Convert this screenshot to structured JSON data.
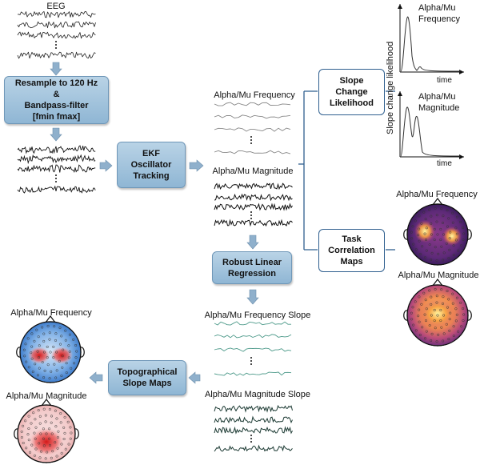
{
  "labels": {
    "eeg": "EEG",
    "freq_top": "Alpha/Mu Frequency",
    "mag_top": "Alpha/Mu Magnitude",
    "freq_slope": "Alpha/Mu Frequency Slope",
    "mag_slope": "Alpha/Mu Magnitude Slope",
    "topo_freq": "Alpha/Mu Frequency",
    "topo_mag": "Alpha/Mu Magnitude",
    "task_freq": "Alpha/Mu Frequency",
    "task_mag": "Alpha/Mu Magnitude",
    "plot1_line1": "Alpha/Mu",
    "plot1_line2": "Frequency",
    "plot2_line1": "Alpha/Mu",
    "plot2_line2": "Magnitude",
    "time1": "time",
    "time2": "time",
    "y_axis": "Slope change likelihood",
    "dots": "⋮"
  },
  "boxes": {
    "resample": [
      "Resample to 120 Hz",
      "&",
      "Bandpass-filter",
      "[fmin fmax]"
    ],
    "ekf": [
      "EKF",
      "Oscillator",
      "Tracking"
    ],
    "regression": [
      "Robust Linear",
      "Regression"
    ],
    "topo": [
      "Topographical",
      "Slope Maps"
    ],
    "slope": [
      "Slope",
      "Change",
      "Likelihood"
    ],
    "task": [
      "Task",
      "Correlation",
      "Maps"
    ]
  },
  "colors": {
    "box_fill": "#a7c7de",
    "box_border": "#6f97b8",
    "arrow": "#8fb0cc",
    "line_blue": "#2f5f8f",
    "trace_gray": "#888888",
    "trace_green": "#4d9a8a"
  }
}
